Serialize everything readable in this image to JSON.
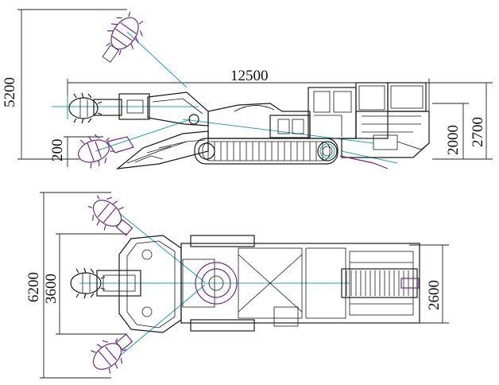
{
  "dimensions": {
    "side_view": {
      "total_length": "12500",
      "max_cut_height": "5200",
      "undercut_depth": "200",
      "body_height": "2000",
      "overall_height": "2700"
    },
    "top_view": {
      "max_cut_width": "6200",
      "min_cut_width": "3600",
      "body_width": "2600"
    }
  },
  "colors": {
    "line": "#1a1a1a",
    "cutter": "#6a2b8a",
    "axis": "#2aa6a6"
  },
  "icons": {
    "cutter_head": "cutting-head-icon",
    "track": "crawler-track-icon",
    "turntable": "turntable-icon"
  }
}
